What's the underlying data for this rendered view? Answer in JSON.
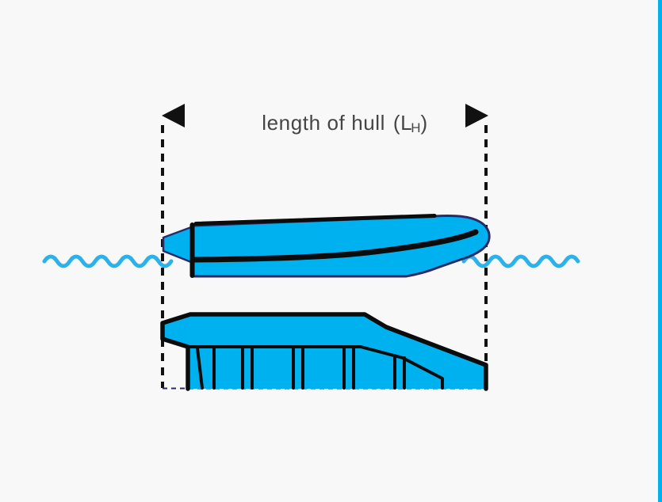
{
  "label": {
    "text": "length of hull",
    "paren_open": "(",
    "symbol_main": "L",
    "symbol_sub": "H",
    "paren_close": ")"
  },
  "icons": {
    "left_arrowhead": "left-pointing solid triangle",
    "right_arrowhead": "right-pointing solid triangle"
  },
  "colors": {
    "background": "#f8f8f8",
    "hull_fill": "#00b1ef",
    "wave": "#2cb2e8",
    "outline_navy": "#2b2a66",
    "detail_black": "#0c0c0c",
    "dimension": "#111111",
    "baseline": "#2b2a66",
    "label_text": "#454545",
    "edge_strip": "#00b1ef"
  }
}
